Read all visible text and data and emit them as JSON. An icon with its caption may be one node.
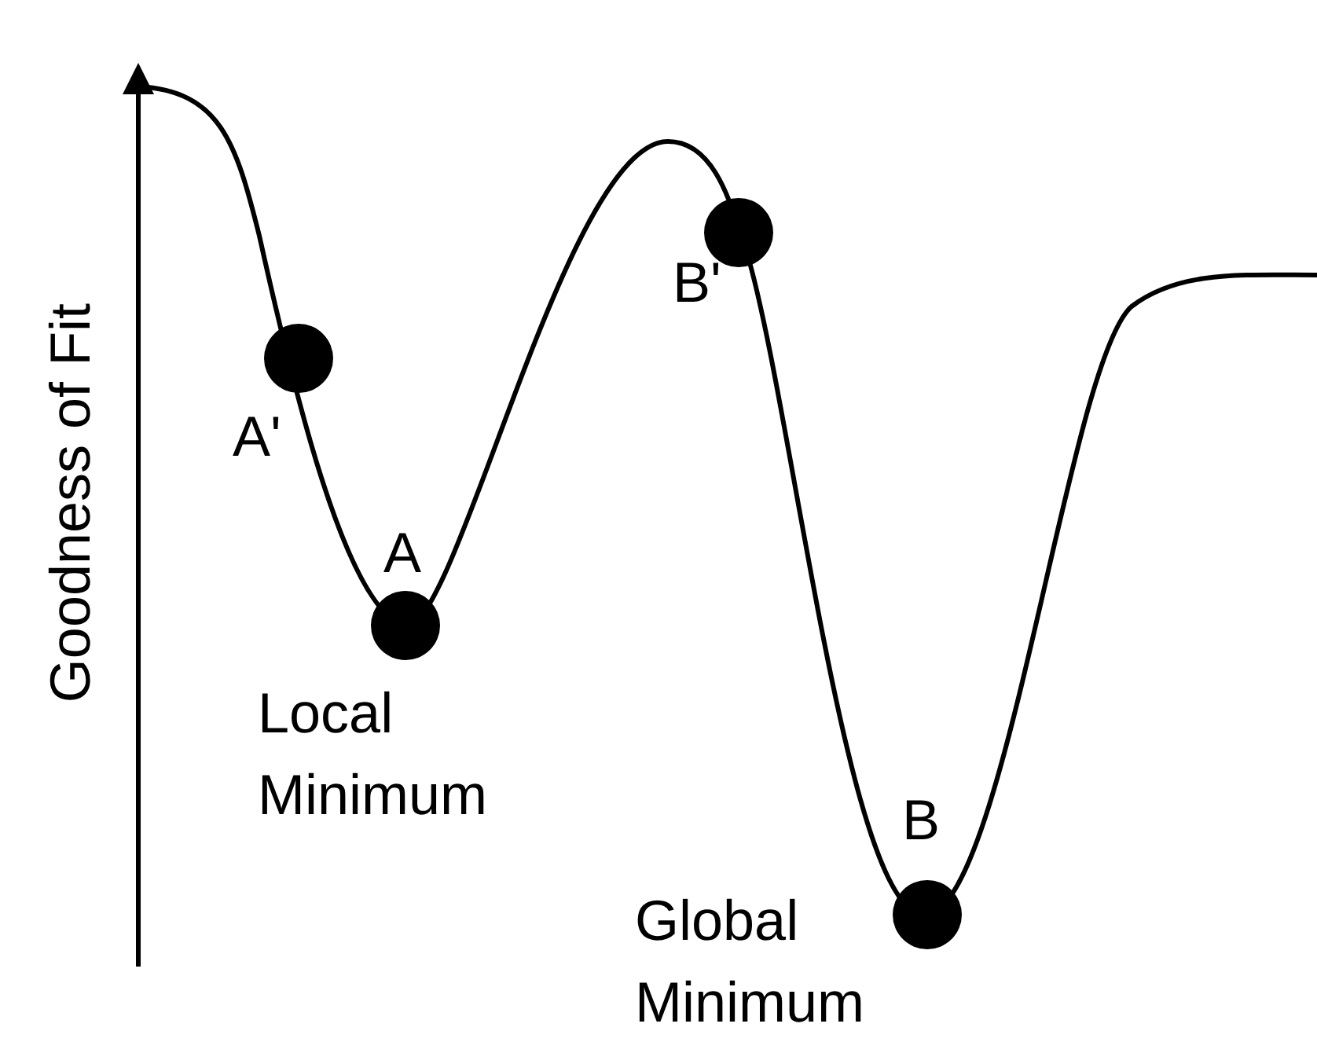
{
  "diagram": {
    "labels": [
      "Goodness of Fit",
      "B'",
      "A'",
      "A",
      "Local Minimum",
      "B",
      "Global Minimum"
    ]
  }
}
